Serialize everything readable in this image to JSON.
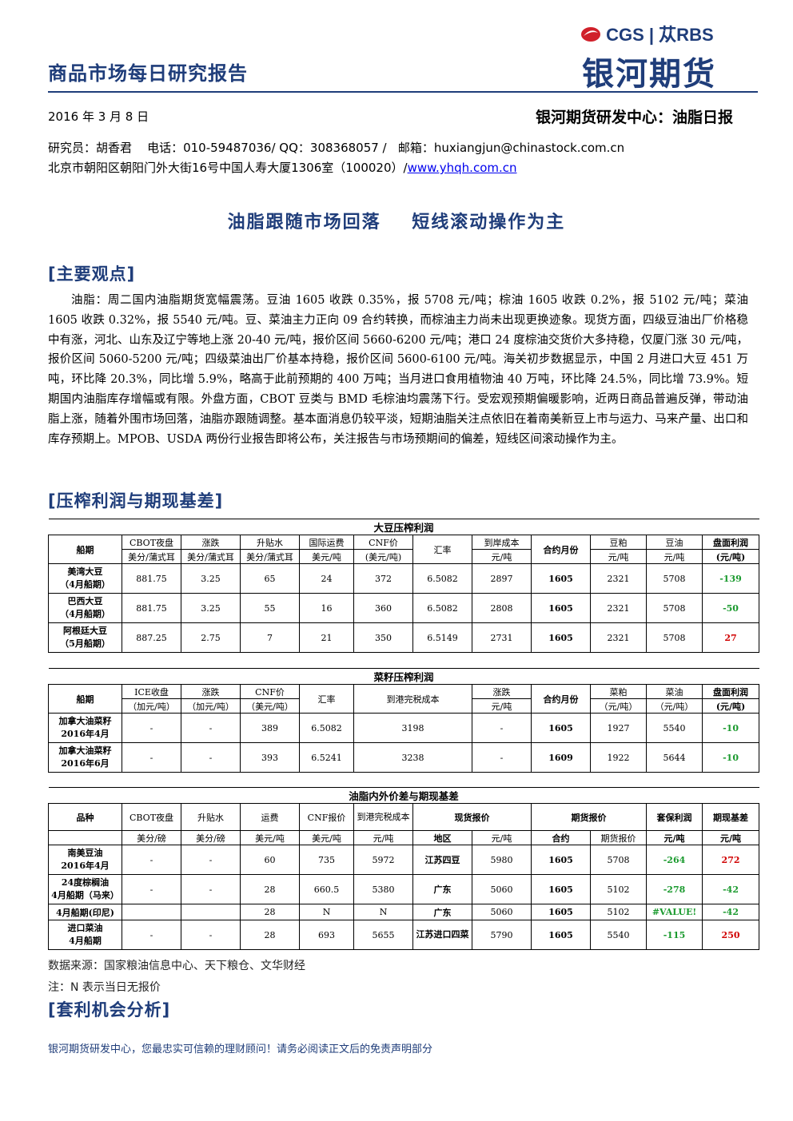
{
  "header": {
    "title": "商品市场每日研究报告",
    "logo_cgs": "CGS | 苁RBS",
    "logo_cn": "银河期货"
  },
  "meta": {
    "date": "2016 年 3 月 8 日",
    "center": "银河期货研发中心：油脂日报",
    "researcher_line": "研究员：胡香君    电话：010-59487036/ QQ：308368057 /   邮箱：huxiangjun@chinastock.com.cn",
    "address": "北京市朝阳区朝阳门外大街16号中国人寿大厦1306室（100020）/",
    "website": "www.yhqh.com.cn"
  },
  "main_title": "油脂跟随市场回落    短线滚动操作为主",
  "sections": {
    "views": "[主要观点]",
    "margin": "[压榨利润与期现基差]",
    "arb": "[套利机会分析]"
  },
  "paragraph": "油脂：周二国内油脂期货宽幅震荡。豆油 1605 收跌 0.35%，报 5708 元/吨；棕油 1605 收跌 0.2%，报 5102 元/吨；菜油 1605 收跌 0.32%，报 5540 元/吨。豆、菜油主力正向 09 合约转换，而棕油主力尚未出现更换迹象。现货方面，四级豆油出厂价格稳中有涨，河北、山东及辽宁等地上涨 20-40 元/吨，报价区间 5660-6200 元/吨；港口 24 度棕油交货价大多持稳，仅厦门涨 30 元/吨，报价区间 5060-5200 元/吨；四级菜油出厂价基本持稳，报价区间 5600-6100 元/吨。海关初步数据显示，中国 2 月进口大豆 451 万吨，环比降 20.3%，同比增 5.9%，略高于此前预期的 400 万吨；当月进口食用植物油 40 万吨，环比降 24.5%，同比增 73.9%。短期国内油脂库存增幅或有限。外盘方面，CBOT 豆类与 BMD 毛棕油均震荡下行。受宏观预期偏暖影响，近两日商品普遍反弹，带动油脂上涨，随着外围市场回落，油脂亦跟随调整。基本面消息仍较平淡，短期油脂关注点依旧在着南美新豆上市与运力、马来产量、出口和库存预期上。MPOB、USDA 两份行业报告即将公布，关注报告与市场预期间的偏差，短线区间滚动操作为主。",
  "soy": {
    "title": "大豆压榨利润",
    "h1": [
      "船期",
      "CBOT夜盘",
      "涨跌",
      "升贴水",
      "国际运费",
      "CNF价",
      "汇率",
      "到岸成本",
      "合约月份",
      "豆粕",
      "豆油",
      "盘面利润"
    ],
    "h2": [
      "美分/蒲式耳",
      "美分/蒲式耳",
      "美分/蒲式耳",
      "美元/吨",
      "(美元/吨)",
      "元/吨",
      "元/吨",
      "元/吨",
      "(元/吨)"
    ],
    "rows": [
      {
        "name": "美湾大豆",
        "sub": "（4月船期）",
        "cbot": "881.75",
        "chg": "3.25",
        "prem": "65",
        "freight": "24",
        "cnf": "372",
        "fx": "6.5082",
        "cost": "2897",
        "month": "1605",
        "meal": "2321",
        "oil": "5708",
        "profit": "-139"
      },
      {
        "name": "巴西大豆",
        "sub": "（4月船期）",
        "cbot": "881.75",
        "chg": "3.25",
        "prem": "55",
        "freight": "16",
        "cnf": "360",
        "fx": "6.5082",
        "cost": "2808",
        "month": "1605",
        "meal": "2321",
        "oil": "5708",
        "profit": "-50"
      },
      {
        "name": "阿根廷大豆",
        "sub": "（5月船期）",
        "cbot": "887.25",
        "chg": "2.75",
        "prem": "7",
        "freight": "21",
        "cnf": "350",
        "fx": "6.5149",
        "cost": "2731",
        "month": "1605",
        "meal": "2321",
        "oil": "5708",
        "profit": "27"
      }
    ]
  },
  "rape": {
    "title": "菜籽压榨利润",
    "h1": [
      "船期",
      "ICE收盘",
      "涨跌",
      "CNF价",
      "汇率",
      "到港完税成本",
      "涨跌",
      "合约月份",
      "菜粕",
      "菜油",
      "盘面利润"
    ],
    "h2": [
      "（加元/吨）",
      "（加元/吨）",
      "（美元/吨）",
      "元/吨",
      "（元/吨）",
      "（元/吨）",
      "(元/吨)"
    ],
    "rows": [
      {
        "name": "加拿大油菜籽",
        "sub": "2016年4月",
        "ice": "-",
        "chg": "-",
        "cnf": "389",
        "fx": "6.5082",
        "cost": "3198",
        "chg2": "-",
        "month": "1605",
        "meal": "1927",
        "oil": "5540",
        "profit": "-10"
      },
      {
        "name": "加拿大油菜籽",
        "sub": "2016年6月",
        "ice": "-",
        "chg": "-",
        "cnf": "393",
        "fx": "6.5241",
        "cost": "3238",
        "chg2": "-",
        "month": "1609",
        "meal": "1922",
        "oil": "5644",
        "profit": "-10"
      }
    ]
  },
  "basis": {
    "title": "油脂内外价差与期现基差",
    "h1": [
      "品种",
      "CBOT夜盘",
      "升贴水",
      "运费",
      "CNF报价",
      "到港完税成本",
      "现货报价",
      "期货报价",
      "套保利润",
      "期现基差"
    ],
    "h2": [
      "美分/磅",
      "美分/磅",
      "美元/吨",
      "美元/吨",
      "元/吨",
      "地区",
      "元/吨",
      "合约",
      "期货报价",
      "元/吨",
      "元/吨"
    ],
    "rows": [
      {
        "name": "南美豆油",
        "sub": "2016年4月",
        "cbot": "-",
        "prem": "-",
        "freight": "60",
        "cnf": "735",
        "cost": "5972",
        "region": "江苏四豆",
        "spot": "5980",
        "contract": "1605",
        "fut": "5708",
        "hedge": "-264",
        "basis": "272"
      },
      {
        "name": "24度棕榈油",
        "sub": "4月船期（马来）",
        "cbot": "-",
        "prem": "-",
        "freight": "28",
        "cnf": "660.5",
        "cost": "5380",
        "region": "广东",
        "spot": "5060",
        "contract": "1605",
        "fut": "5102",
        "hedge": "-278",
        "basis": "-42"
      },
      {
        "name": "4月船期(印尼)",
        "sub": "",
        "cbot": "",
        "prem": "",
        "freight": "28",
        "cnf": "N",
        "cost": "N",
        "region": "广东",
        "spot": "5060",
        "contract": "1605",
        "fut": "5102",
        "hedge": "#VALUE!",
        "basis": "-42"
      },
      {
        "name": "进口菜油",
        "sub": "4月船期",
        "cbot": "-",
        "prem": "-",
        "freight": "28",
        "cnf": "693",
        "cost": "5655",
        "region": "江苏进口四菜",
        "spot": "5790",
        "contract": "1605",
        "fut": "5540",
        "hedge": "-115",
        "basis": "250"
      }
    ]
  },
  "source": "数据来源：国家粮油信息中心、天下粮仓、文华财经",
  "note": "注：N 表示当日无报价",
  "footer": "银河期货研发中心，您最忠实可信赖的理财顾问！请务必阅读正文后的免责声明部分",
  "colors": {
    "brand": "#1f3d7a",
    "positive": "#d00000",
    "negative": "#1a9a2e"
  }
}
